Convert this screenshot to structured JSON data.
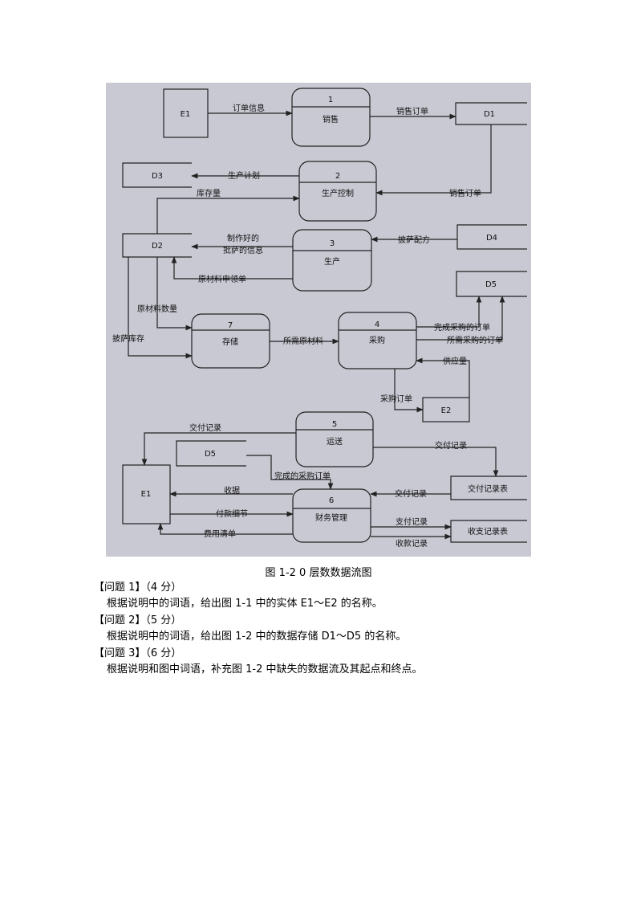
{
  "diagram": {
    "processes": [
      {
        "id": "p1",
        "num": "1",
        "name": "销售"
      },
      {
        "id": "p2",
        "num": "2",
        "name": "生产控制"
      },
      {
        "id": "p3",
        "num": "3",
        "name": "生产"
      },
      {
        "id": "p7",
        "num": "7",
        "name": "存储"
      },
      {
        "id": "p4",
        "num": "4",
        "name": "采购"
      },
      {
        "id": "p5",
        "num": "5",
        "name": "运送"
      },
      {
        "id": "p6",
        "num": "6",
        "name": "财务管理"
      }
    ],
    "entities": [
      {
        "id": "e1a",
        "name": "E1"
      },
      {
        "id": "e2",
        "name": "E2"
      },
      {
        "id": "e1b",
        "name": "E1"
      }
    ],
    "stores": [
      {
        "id": "d1",
        "name": "D1"
      },
      {
        "id": "d3",
        "name": "D3"
      },
      {
        "id": "d2",
        "name": "D2"
      },
      {
        "id": "d4",
        "name": "D4"
      },
      {
        "id": "d5a",
        "name": "D5"
      },
      {
        "id": "d5b",
        "name": "D5"
      },
      {
        "id": "s_jf",
        "name": "交付记录表"
      },
      {
        "id": "s_sz",
        "name": "收支记录表"
      }
    ],
    "flows": [
      {
        "id": "f_dingdan",
        "label": "订单信息"
      },
      {
        "id": "f_xsdd1",
        "label": "销售订单"
      },
      {
        "id": "f_xsdd2",
        "label": "销售订单"
      },
      {
        "id": "f_scjh",
        "label": "生产计划"
      },
      {
        "id": "f_kcl",
        "label": "库存量"
      },
      {
        "id": "f_zzh1",
        "label": "制作好的"
      },
      {
        "id": "f_zzh2",
        "label": "批萨的信息"
      },
      {
        "id": "f_psp",
        "label": "披萨配方"
      },
      {
        "id": "f_ycl",
        "label": "原材料申领单"
      },
      {
        "id": "f_ylsl",
        "label": "原材料数量"
      },
      {
        "id": "f_pskc",
        "label": "披萨库存"
      },
      {
        "id": "f_sxycl",
        "label": "所需原材料"
      },
      {
        "id": "f_wccg",
        "label": "完成采购的订单"
      },
      {
        "id": "f_sxcg",
        "label": "所需采购的订单"
      },
      {
        "id": "f_gyl",
        "label": "供应量"
      },
      {
        "id": "f_cgdd",
        "label": "采购订单"
      },
      {
        "id": "f_jfjl1",
        "label": "交付记录"
      },
      {
        "id": "f_jfjl2",
        "label": "交付记录"
      },
      {
        "id": "f_wccg2",
        "label": "完成的采购订单"
      },
      {
        "id": "f_sj",
        "label": "收据"
      },
      {
        "id": "f_jfjl3",
        "label": "交付记录"
      },
      {
        "id": "f_fkxj",
        "label": "付款细节"
      },
      {
        "id": "f_fyqd",
        "label": "费用清单"
      },
      {
        "id": "f_zfjl",
        "label": "支付记录"
      },
      {
        "id": "f_skjl",
        "label": "收款记录"
      }
    ]
  },
  "caption": "图 1-2    0 层数数据流图",
  "questions": [
    {
      "title": "【问题 1】（4 分）",
      "text": "根据说明中的词语，给出图 1-1 中的实体 E1～E2 的名称。"
    },
    {
      "title": "【问题 2】（5 分）",
      "text": "根据说明中的词语，给出图 1-2 中的数据存储 D1～D5 的名称。"
    },
    {
      "title": "【问题 3】（6 分）",
      "text": "根据说明和图中词语，补充图 1-2 中缺失的数据流及其起点和终点。"
    }
  ]
}
